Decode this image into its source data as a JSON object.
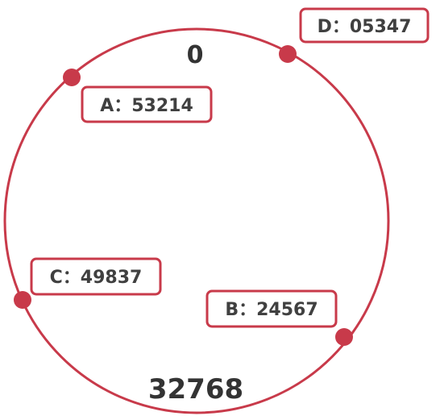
{
  "ring": {
    "top_label": "0",
    "bottom_label": "32768",
    "color": "#c83a4a",
    "text_color": "#404040"
  },
  "nodes": [
    {
      "id": "A",
      "label": "A：53214"
    },
    {
      "id": "B",
      "label": "B：24567"
    },
    {
      "id": "C",
      "label": "C：49837"
    },
    {
      "id": "D",
      "label": "D：05347"
    }
  ]
}
